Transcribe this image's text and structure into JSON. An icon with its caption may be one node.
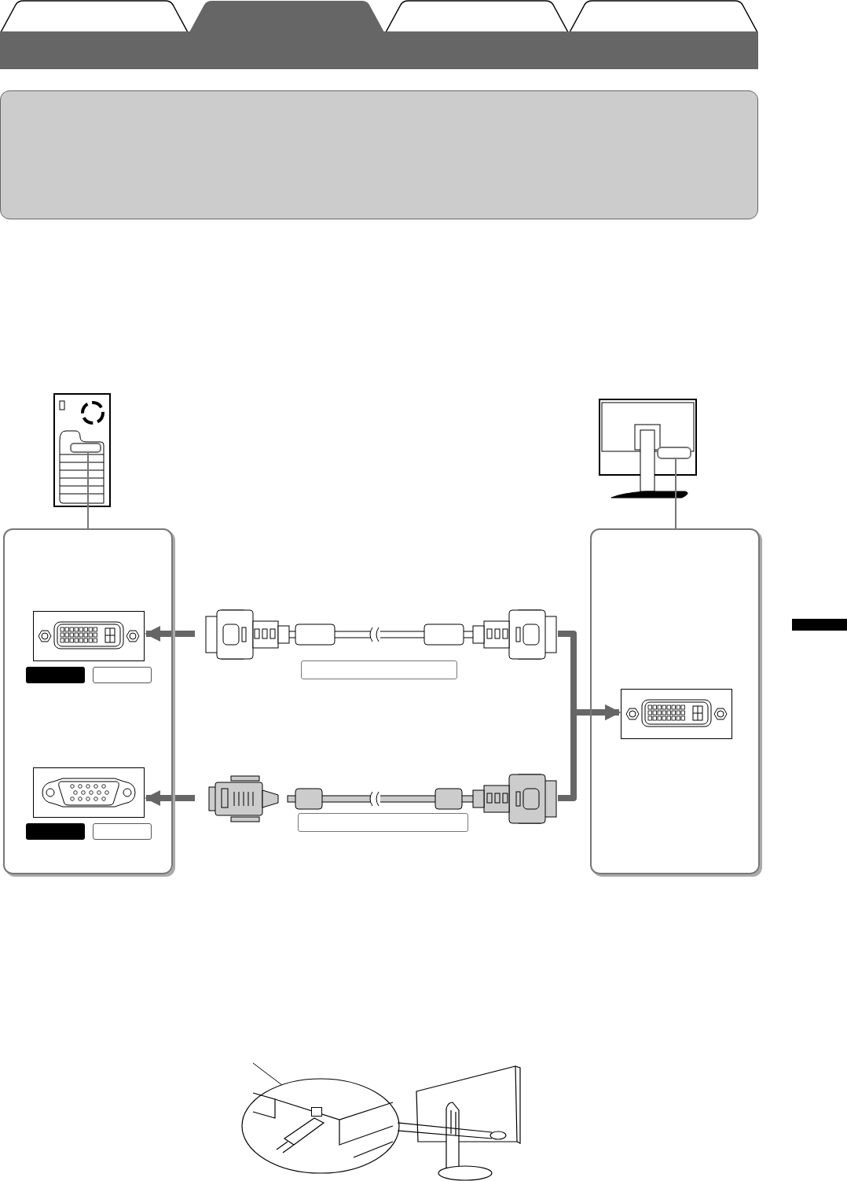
{
  "diagram": {
    "nodes": [
      {
        "text": [],
        "shape": "box"
      },
      {
        "text": [],
        "shape": "box"
      },
      {
        "text": [],
        "shape": "box"
      },
      {
        "text": [],
        "shape": "box"
      },
      {
        "text": [],
        "shape": "bar"
      },
      {
        "text": [],
        "shape": "box"
      },
      {
        "text": [],
        "shape": "picture"
      },
      {
        "text": [],
        "shape": "picture"
      },
      {
        "text": [],
        "shape": "box"
      },
      {
        "text": [],
        "shape": "picture",
        "in": 8
      },
      {
        "text": [],
        "shape": "box",
        "in": 8
      },
      {
        "text": [],
        "shape": "box",
        "in": 8
      },
      {
        "text": [],
        "shape": "picture",
        "in": 8
      },
      {
        "text": [],
        "shape": "box",
        "in": 8
      },
      {
        "text": [],
        "shape": "box",
        "in": 8
      },
      {
        "text": [],
        "shape": "picture"
      },
      {
        "text": [],
        "shape": "box"
      },
      {
        "text": [],
        "shape": "picture"
      },
      {
        "text": [],
        "shape": "box"
      },
      {
        "text": [],
        "shape": "box"
      },
      {
        "text": [],
        "shape": "picture",
        "in": 19
      },
      {
        "text": [],
        "shape": "picture"
      },
      {
        "text": [],
        "shape": "box",
        "in": 21
      }
    ],
    "edges": [
      {
        "from": 6,
        "to": 8,
        "arrow": "none",
        "color": "#777777"
      },
      {
        "from": 7,
        "to": 19,
        "arrow": "none",
        "color": "#777777"
      },
      {
        "from": 15,
        "to": 9,
        "arrow": "to"
      },
      {
        "from": 17,
        "to": 12,
        "arrow": "to"
      },
      {
        "from": 15,
        "to": 20,
        "arrow": "to"
      },
      {
        "from": 17,
        "to": 20,
        "arrow": "to"
      },
      {
        "from": null,
        "to": 22,
        "arrow": "none",
        "color": "#000000"
      }
    ]
  }
}
